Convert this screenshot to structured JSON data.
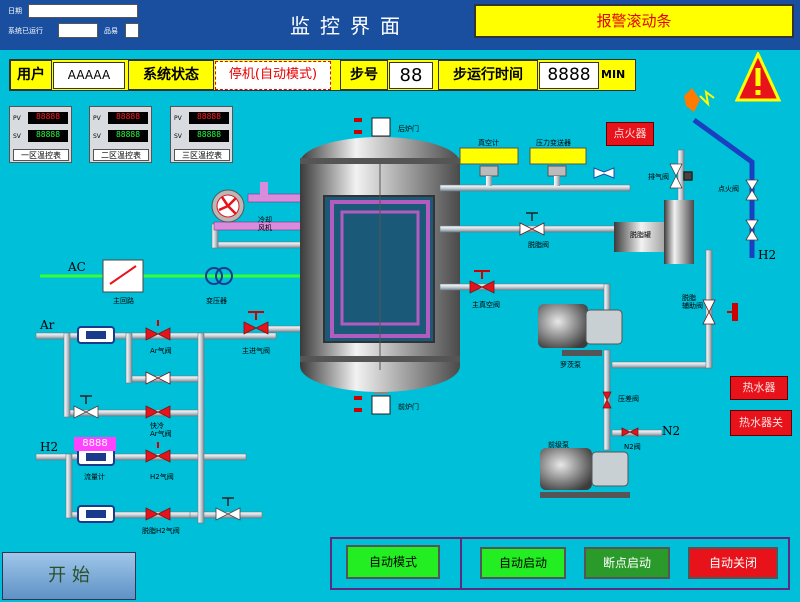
{
  "header": {
    "date_label": "日期",
    "runtime_label": "系统已运行",
    "minute_label": "品易"
  },
  "title": "监控界面",
  "alarm_scroll": "报警滚动条",
  "status_bar": {
    "user_label": "用户",
    "user_value": "AAAAA",
    "system_status_label": "系统状态",
    "system_status_value": "停机(自动模式)",
    "step_label": "步号",
    "step_value": "88",
    "step_time_label": "步运行时间",
    "step_time_value": "8888",
    "time_unit": "MIN"
  },
  "meters": [
    {
      "pv_label": "PV",
      "sv_label": "SV",
      "pv": "88888",
      "sv": "88888",
      "caption": "一区温控表"
    },
    {
      "pv_label": "PV",
      "sv_label": "SV",
      "pv": "88888",
      "sv": "88888",
      "caption": "二区温控表"
    },
    {
      "pv_label": "PV",
      "sv_label": "SV",
      "pv": "88888",
      "sv": "88888",
      "caption": "三区温控表"
    }
  ],
  "diagram": {
    "ac_label": "AC",
    "main_circuit": "主回路",
    "transformer": "变压器",
    "ar_label": "Ar",
    "h2_label": "H2",
    "h2_right_label": "H2",
    "n2_label": "N2",
    "ar_valve": "Ar气阀",
    "quick_cool_ar": "快冷\nAr气阀",
    "h2_valve": "H2气阀",
    "flowmeter": "流量计",
    "flowmeter_value": "8888",
    "degrease_h2": "脱脂H2气阀",
    "main_inlet": "主进气阀",
    "cooling_fan": "冷却\n风机",
    "rear_door": "后炉门",
    "front_door": "前炉门",
    "vacuum_gauge": "真空计",
    "pressure_tx": "压力变送器",
    "degrease_valve": "脱脂阀",
    "degrease_tank": "脱脂罐",
    "exhaust_valve": "排气阀",
    "ignite_valve": "点火阀",
    "main_vacuum": "主真空阀",
    "degrease_aux": "脱脂\n辅助阀",
    "roots_pump": "罗茨泵",
    "pre_valve": "压差阀",
    "n2_valve": "N2阀",
    "fore_pump": "前级泵"
  },
  "buttons": {
    "igniter": "点火器",
    "heater_on": "热水器",
    "heater_off": "热水器关",
    "start": "开  始",
    "auto_mode": "自动模式",
    "auto_start": "自动启动",
    "resume": "断点启动",
    "auto_off": "自动关闭"
  },
  "colors": {
    "background": "#00bfd9",
    "title_bar": "#1a4fa0",
    "alarm": "#ffff00",
    "danger_red": "#e8121a",
    "green_btn": "#22ee22",
    "status_red": "#e60000"
  }
}
